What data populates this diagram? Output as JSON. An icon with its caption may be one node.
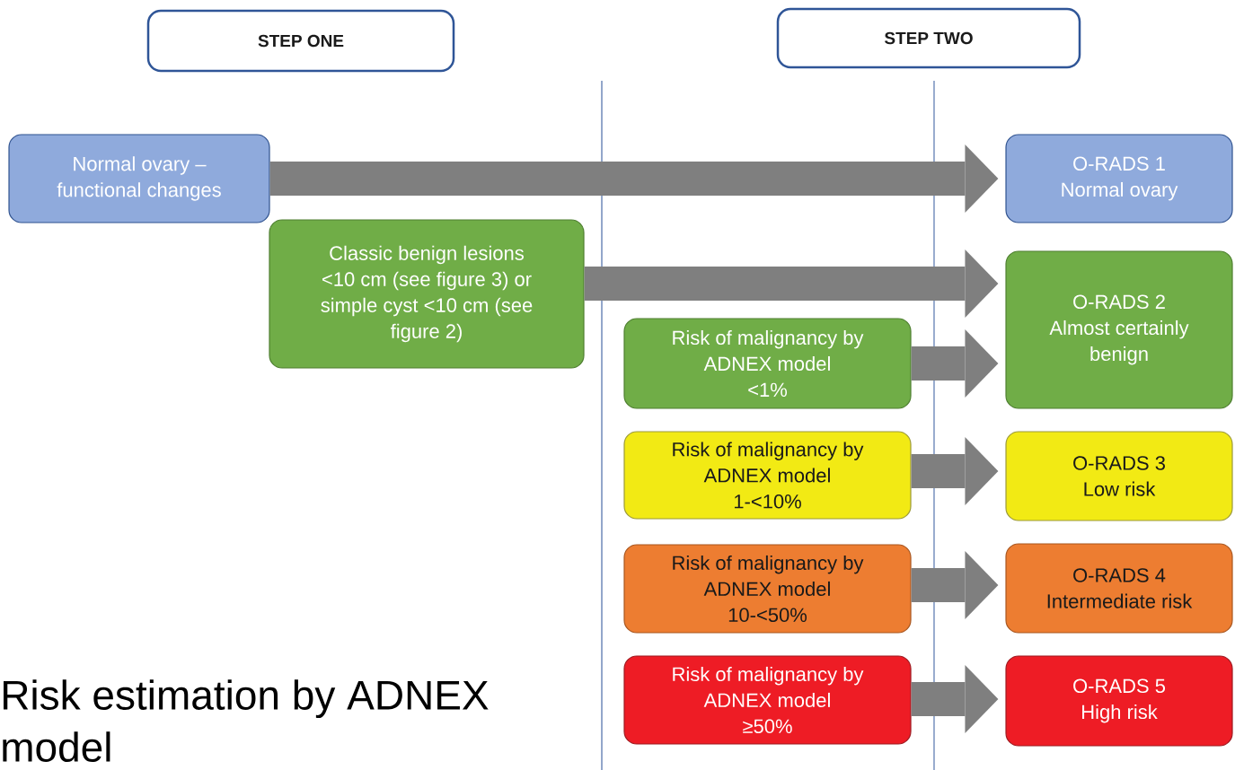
{
  "diagram": {
    "nodes": [
      {
        "text": [
          "STEP ONE"
        ]
      },
      {
        "text": [
          "STEP TWO"
        ]
      },
      {
        "text": [
          "Normal ovary – functional changes"
        ]
      },
      {
        "text": [
          "O-RADS 1",
          "Normal ovary"
        ]
      },
      {
        "text": [
          "Classic benign lesions <10 cm (see figure 3) or simple cyst <10 cm (see figure 2)"
        ]
      },
      {
        "text": [
          "O-RADS 2",
          "Almost certainly benign"
        ]
      },
      {
        "text": [
          "Risk of malignancy by ADNEX model",
          "<1%"
        ]
      },
      {
        "text": [
          "Risk of malignancy by ADNEX model",
          "1-<10%"
        ]
      },
      {
        "text": [
          "O-RADS 3",
          "Low risk"
        ]
      },
      {
        "text": [
          "Risk of malignancy by ADNEX model",
          "10-<50%"
        ]
      },
      {
        "text": [
          "O-RADS 4",
          "Intermediate risk"
        ]
      },
      {
        "text": [
          "Risk of malignancy by ADNEX model",
          "≥50%"
        ]
      },
      {
        "text": [
          "O-RADS 5",
          "High risk"
        ]
      }
    ],
    "edges": [
      {
        "from": 2,
        "to": 3,
        "arrow": "to"
      },
      {
        "from": 4,
        "to": 5,
        "arrow": "to"
      },
      {
        "from": 6,
        "to": 5,
        "arrow": "to"
      },
      {
        "from": 7,
        "to": 8,
        "arrow": "to"
      },
      {
        "from": 9,
        "to": 10,
        "arrow": "to"
      },
      {
        "from": 11,
        "to": 12,
        "arrow": "to"
      }
    ],
    "labels": [
      "Risk estimation by ADNEX model"
    ]
  }
}
